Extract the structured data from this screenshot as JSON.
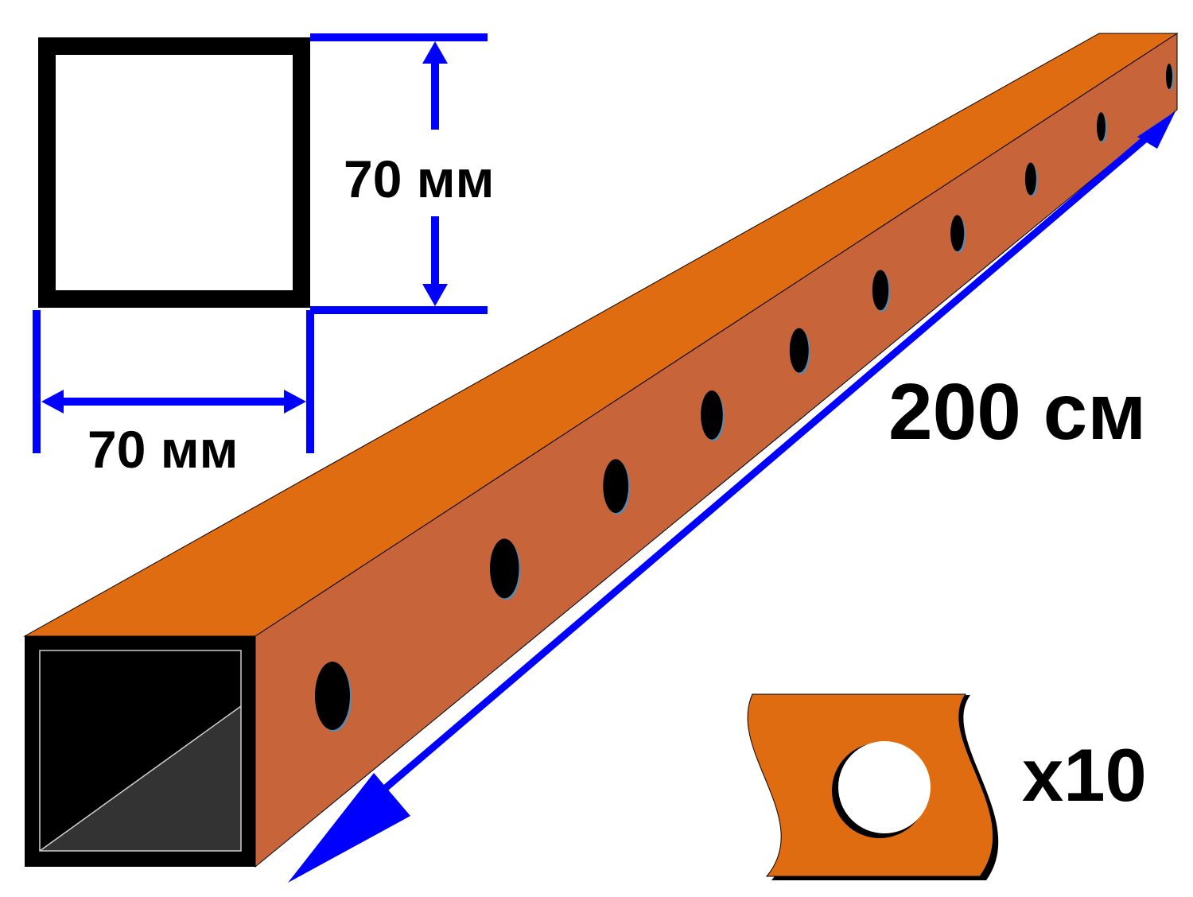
{
  "diagram": {
    "dimensions": {
      "height_label": "70 мм",
      "width_label": "70 мм",
      "length_label": "200 см"
    },
    "quantity_label": "x10",
    "hole_count": 10,
    "colors": {
      "beam_top": "#e06c12",
      "beam_side": "#c8643a",
      "dimension_lines": "#0000ff",
      "outline": "#000000",
      "hollow_dark": "#000000",
      "hollow_shade": "#333333",
      "background": "#ffffff"
    }
  }
}
